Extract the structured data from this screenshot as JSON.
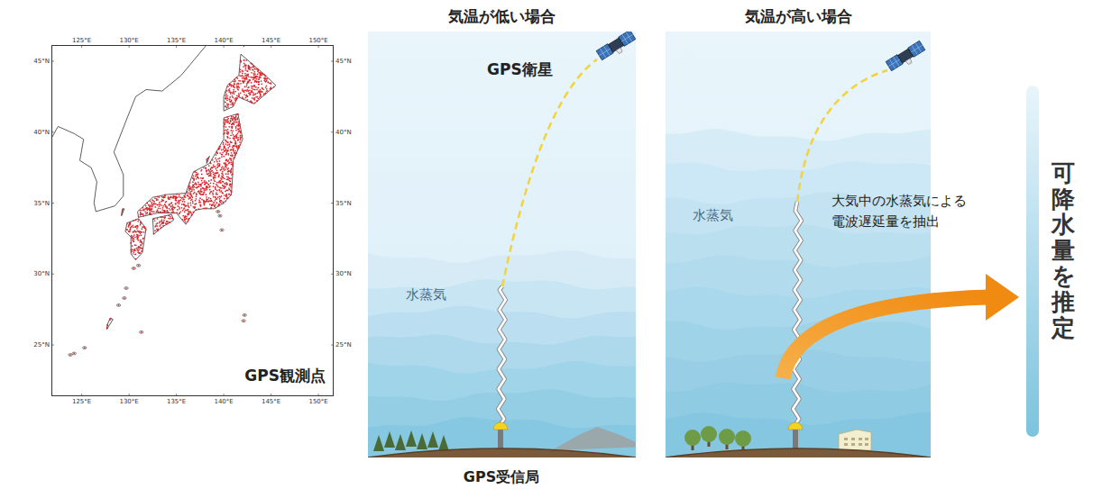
{
  "diagram": {
    "nodes": [
      {
        "text": [
          "GPS観測点"
        ]
      },
      {
        "text": [
          "気温が低い場合"
        ]
      },
      {
        "text": [
          "気温が高い場合"
        ]
      }
    ],
    "labels": [
      "125°E",
      "130°E",
      "135°E",
      "140°E",
      "145°E",
      "150°E",
      "125°E",
      "130°E",
      "135°E",
      "140°E",
      "145°E",
      "150°E",
      "45°N",
      "40°N",
      "35°N",
      "30°N",
      "25°N",
      "45°N",
      "40°N",
      "35°N",
      "30°N",
      "25°N",
      "GPS衛星",
      "水蒸気",
      "水蒸気",
      "大気中の水蒸気による 電波遅延量を抽出",
      "GPS受信局",
      "可降水量を推定"
    ]
  }
}
